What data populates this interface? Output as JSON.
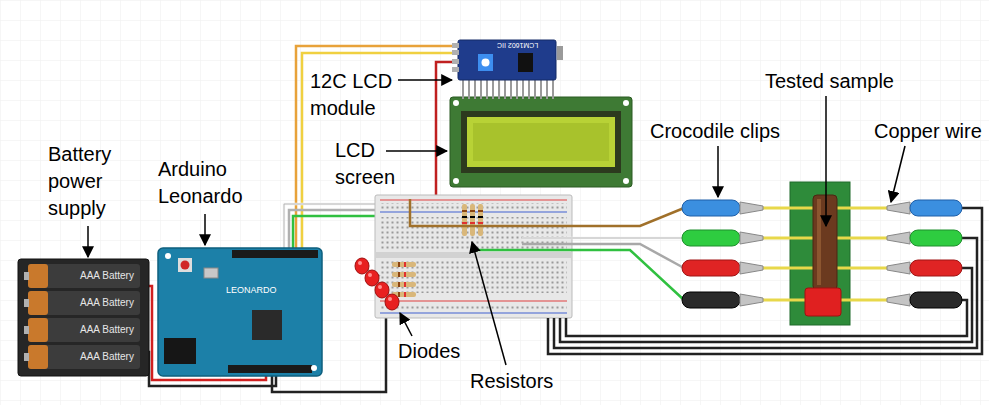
{
  "diagram": {
    "labels": [
      "Battery power supply",
      "Arduino Leonardo",
      "12C LCD module",
      "LCD screen",
      "Crocodile clips",
      "Tested sample",
      "Copper wire",
      "Diodes",
      "Resistors",
      "AAA Battery",
      "AAA Battery",
      "AAA Battery",
      "AAA Battery",
      "LEONARDO",
      "LCM1602 IIC"
    ]
  }
}
